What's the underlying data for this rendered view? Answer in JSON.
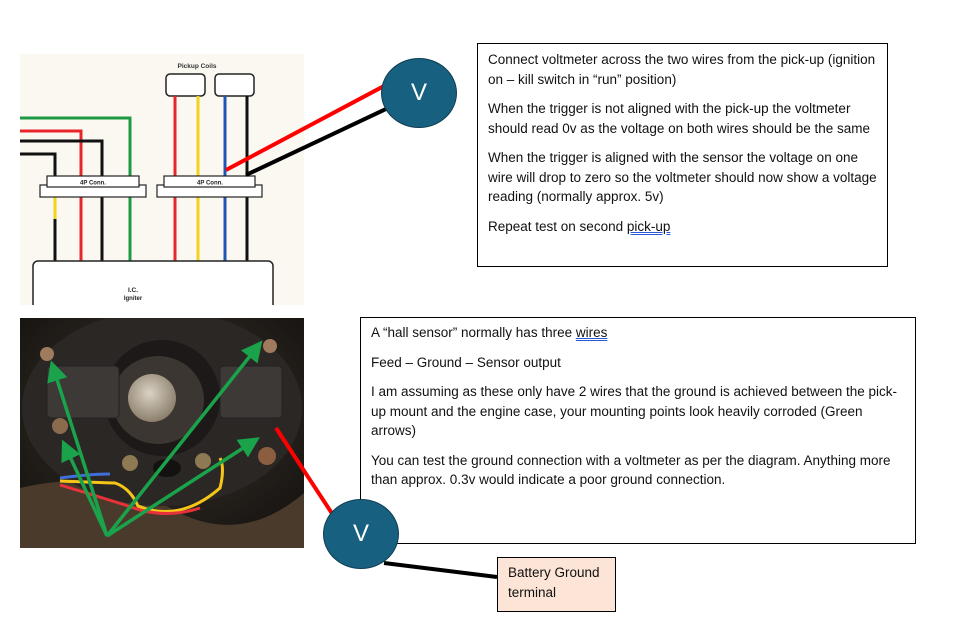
{
  "wiring_diagram": {
    "title": "Pickup Coils",
    "connector_left_label": "4P Conn.",
    "connector_right_label": "4P Conn.",
    "igniter_label_line1": "I.C.",
    "igniter_label_line2": "Igniter",
    "wire_colors": {
      "red": "#e8262a",
      "yellow": "#f2d21b",
      "blue": "#1f56b3",
      "black": "#111111",
      "green": "#1e9a44"
    }
  },
  "voltmeter_top": {
    "label": "V",
    "fill": "#18607f"
  },
  "voltmeter_bottom": {
    "label": "V",
    "fill": "#18607f"
  },
  "test_instructions": {
    "paragraphs": [
      "Connect voltmeter across the two wires from the pick-up (ignition on – kill switch in “run” position)",
      "When the trigger is not aligned with the pick-up the voltmeter should read 0v as the voltage on both wires should be the same",
      "When the trigger is aligned with the sensor the voltage on one wire will drop to zero so the voltmeter should now show a voltage reading (normally approx. 5v)"
    ],
    "last_prefix": "Repeat test on second ",
    "last_link": "pick-up"
  },
  "hall_sensor_notes": {
    "line1_prefix": "A “hall sensor” normally has three ",
    "line1_link": "wires",
    "paragraphs": [
      "Feed – Ground – Sensor output",
      "I am assuming as these only have 2 wires that the ground is achieved between the pick-up mount and the engine case, your mounting points look heavily corroded (Green arrows)",
      "You can test the ground connection with a voltmeter as per the diagram. Anything more than approx. 0.3v would indicate a poor ground connection."
    ]
  },
  "battery_label": {
    "text": "Battery Ground terminal",
    "fill": "#fce4d6"
  },
  "annotation_colors": {
    "arrow_green": "#1aa34a",
    "probe_red": "#ff0000",
    "probe_black": "#000000"
  }
}
